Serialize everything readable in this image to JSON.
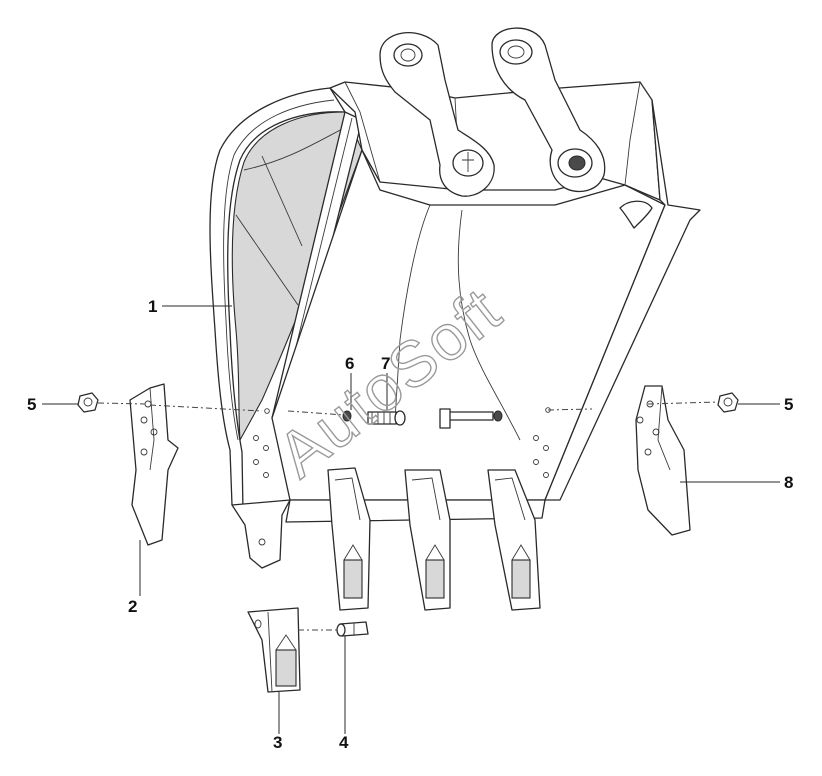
{
  "diagram": {
    "watermark": "AutoSoft",
    "callouts": {
      "c1": "1",
      "c2": "2",
      "c3": "3",
      "c4": "4",
      "c5_left": "5",
      "c5_right": "5",
      "c6": "6",
      "c7": "7",
      "c8": "8"
    }
  }
}
